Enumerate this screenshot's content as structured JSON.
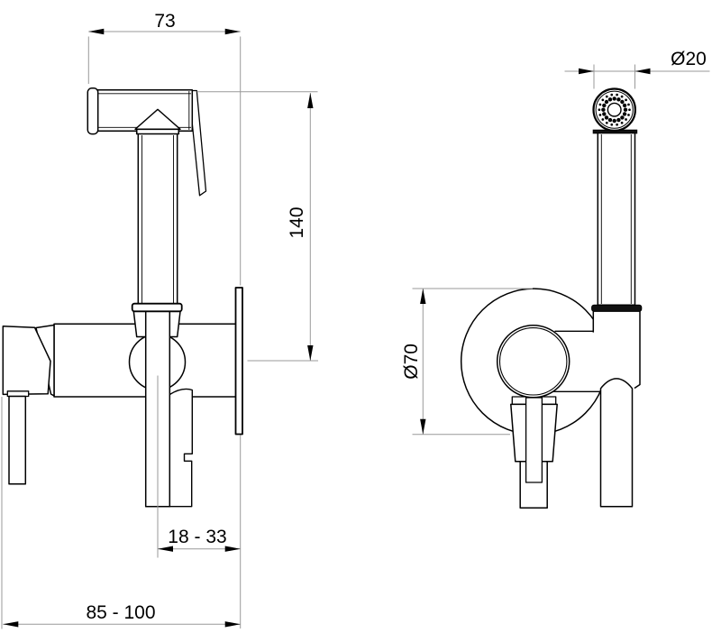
{
  "drawing": {
    "type": "technical-dimension-drawing",
    "subject": "wall-mounted bidet hand shower set, side view and front view",
    "colors": {
      "background": "#ffffff",
      "geometry_line": "#000000",
      "dimension_line": "#999999",
      "dimension_text": "#000000"
    },
    "dimensions": {
      "head_length": "73",
      "height_to_axis": "140",
      "spray_head_diameter": "Ø20",
      "rosette_diameter": "Ø70",
      "holder_offset_range": "18 - 33",
      "wall_projection_range": "85 - 100"
    }
  }
}
